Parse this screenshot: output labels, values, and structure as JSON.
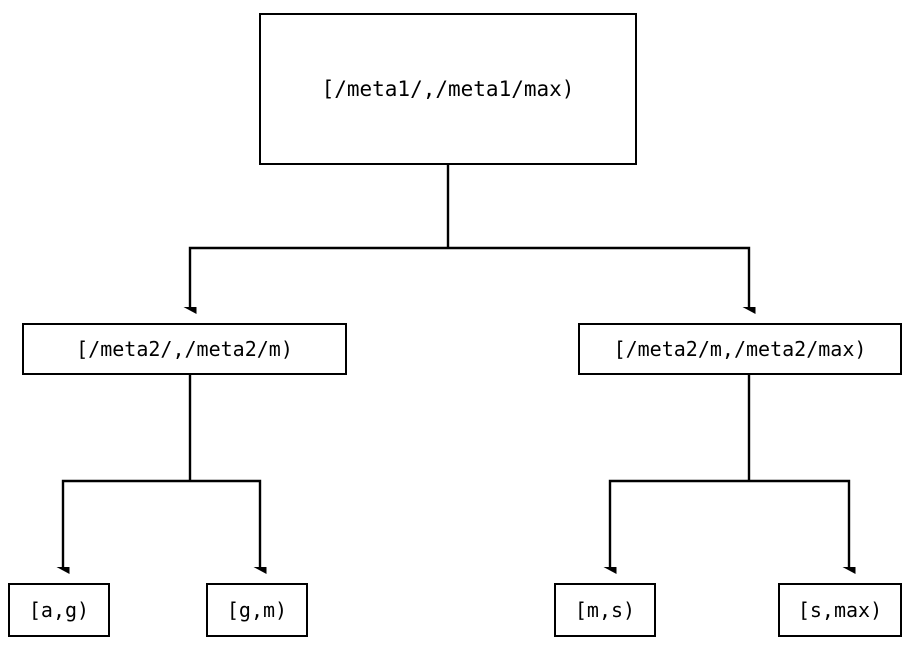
{
  "diagram": {
    "type": "tree",
    "orientation": "top-down",
    "background_color": "#ffffff",
    "stroke_color": "#000000",
    "text_color": "#000000",
    "edge_style": "orthogonal-elbow",
    "arrowhead": "filled-triangle"
  },
  "nodes": {
    "root": {
      "id": "root",
      "label": "[/meta1/,/meta1/max)",
      "level": 0
    },
    "meta2_low": {
      "id": "meta2-low",
      "label": "[/meta2/,/meta2/m)",
      "level": 1
    },
    "meta2_high": {
      "id": "meta2-high",
      "label": "[/meta2/m,/meta2/max)",
      "level": 1
    },
    "leaf_ag": {
      "id": "leaf-ag",
      "label": "[a,g)",
      "level": 2
    },
    "leaf_gm": {
      "id": "leaf-gm",
      "label": "[g,m)",
      "level": 2
    },
    "leaf_ms": {
      "id": "leaf-ms",
      "label": "[m,s)",
      "level": 2
    },
    "leaf_smax": {
      "id": "leaf-smax",
      "label": "[s,max)",
      "level": 2
    }
  },
  "edges": [
    {
      "from": "root",
      "to": "meta2_low"
    },
    {
      "from": "root",
      "to": "meta2_high"
    },
    {
      "from": "meta2_low",
      "to": "leaf_ag"
    },
    {
      "from": "meta2_low",
      "to": "leaf_gm"
    },
    {
      "from": "meta2_high",
      "to": "leaf_ms"
    },
    {
      "from": "meta2_high",
      "to": "leaf_smax"
    }
  ]
}
